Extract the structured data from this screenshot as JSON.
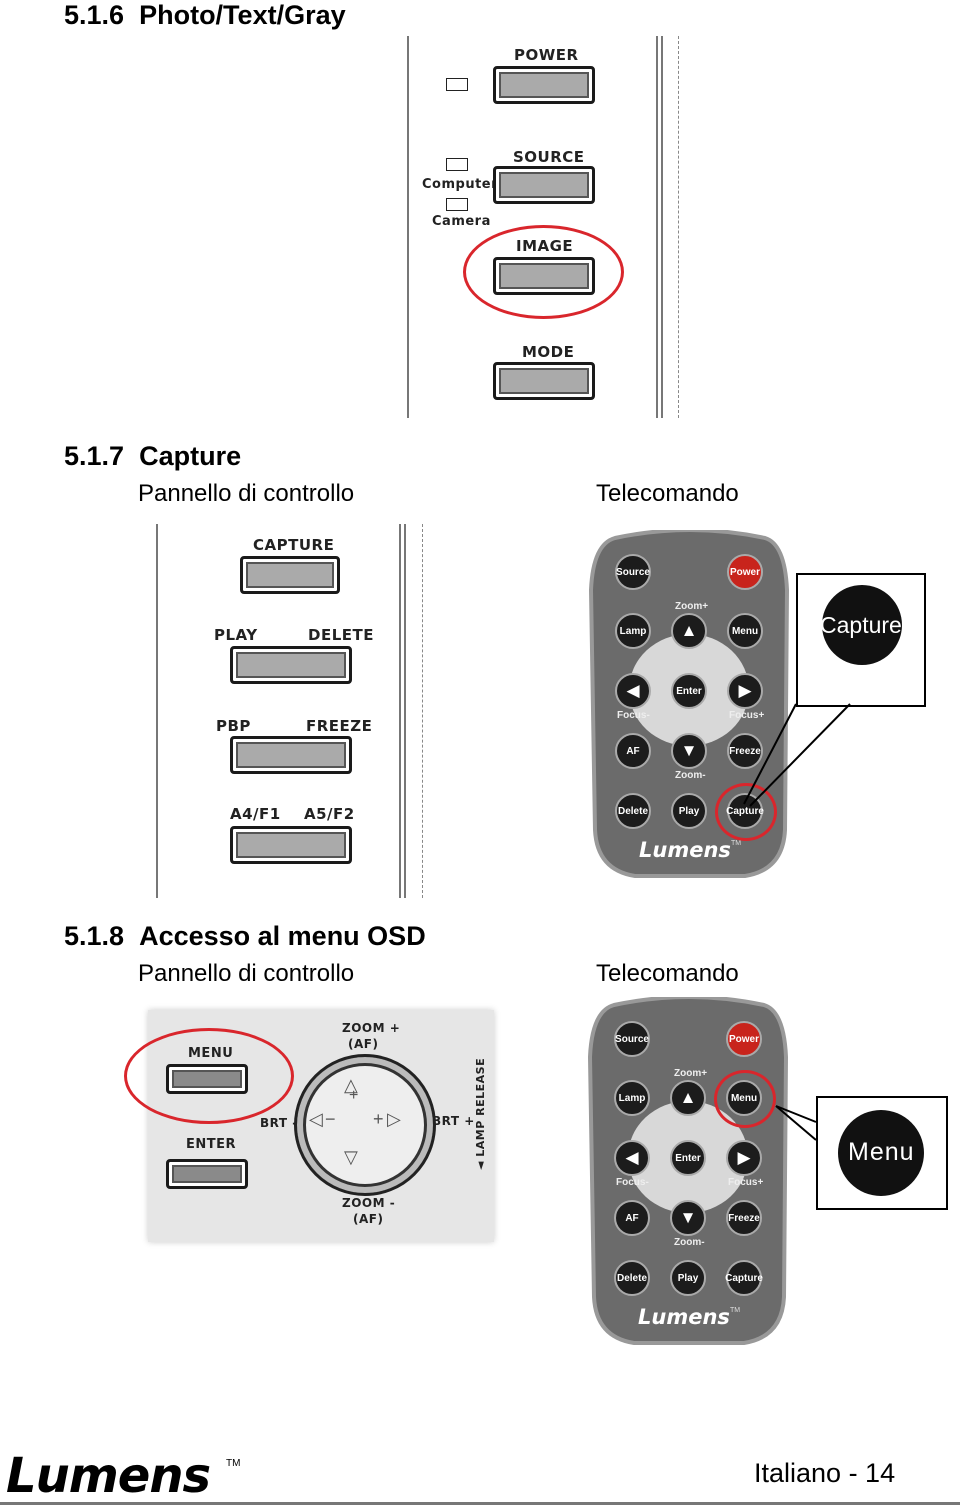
{
  "section_1": {
    "number": "5.1.6",
    "title": "Photo/Text/Gray"
  },
  "panel_1": {
    "power": "POWER",
    "source": "SOURCE",
    "computer": "Computer",
    "camera": "Camera",
    "image": "IMAGE",
    "mode": "MODE"
  },
  "section_2": {
    "number": "5.1.7",
    "title": "Capture",
    "left_caption": "Pannello di controllo",
    "right_caption": "Telecomando"
  },
  "panel_2": {
    "capture": "CAPTURE",
    "play": "PLAY",
    "delete": "DELETE",
    "pbp": "PBP",
    "freeze": "FREEZE",
    "a4f1": "A4/F1",
    "a5f2": "A5/F2"
  },
  "remote": {
    "source": "Source",
    "power": "Power",
    "zoom_plus": "Zoom+",
    "lamp": "Lamp",
    "menu": "Menu",
    "enter": "Enter",
    "focus_minus": "Focus-",
    "focus_plus": "Focus+",
    "af": "AF",
    "freeze": "Freeze",
    "zoom_minus": "Zoom-",
    "delete": "Delete",
    "play": "Play",
    "capture": "Capture",
    "brand": "Lumens",
    "tm": "TM"
  },
  "callout_capture": "Capture",
  "section_3": {
    "number": "5.1.8",
    "title": "Accesso al menu OSD",
    "left_caption": "Pannello di controllo",
    "right_caption": "Telecomando"
  },
  "panel_3": {
    "menu": "MENU",
    "enter": "ENTER",
    "zoom_plus": "ZOOM +",
    "af_top": "(AF)",
    "brt_minus": "BRT -",
    "brt_plus": "BRT +",
    "zoom_minus": "ZOOM -",
    "af_bottom": "(AF)",
    "lamp_release": "◄ LAMP RELEASE",
    "plus": "+",
    "minus": "−"
  },
  "callout_menu": "Menu",
  "footer": {
    "brand": "Lumens",
    "tm": "TM",
    "page": "Italiano - 14"
  },
  "colors": {
    "highlight": "#d9262c",
    "remote_body": "#6b6b6b",
    "remote_button": "#1c1c1c"
  }
}
